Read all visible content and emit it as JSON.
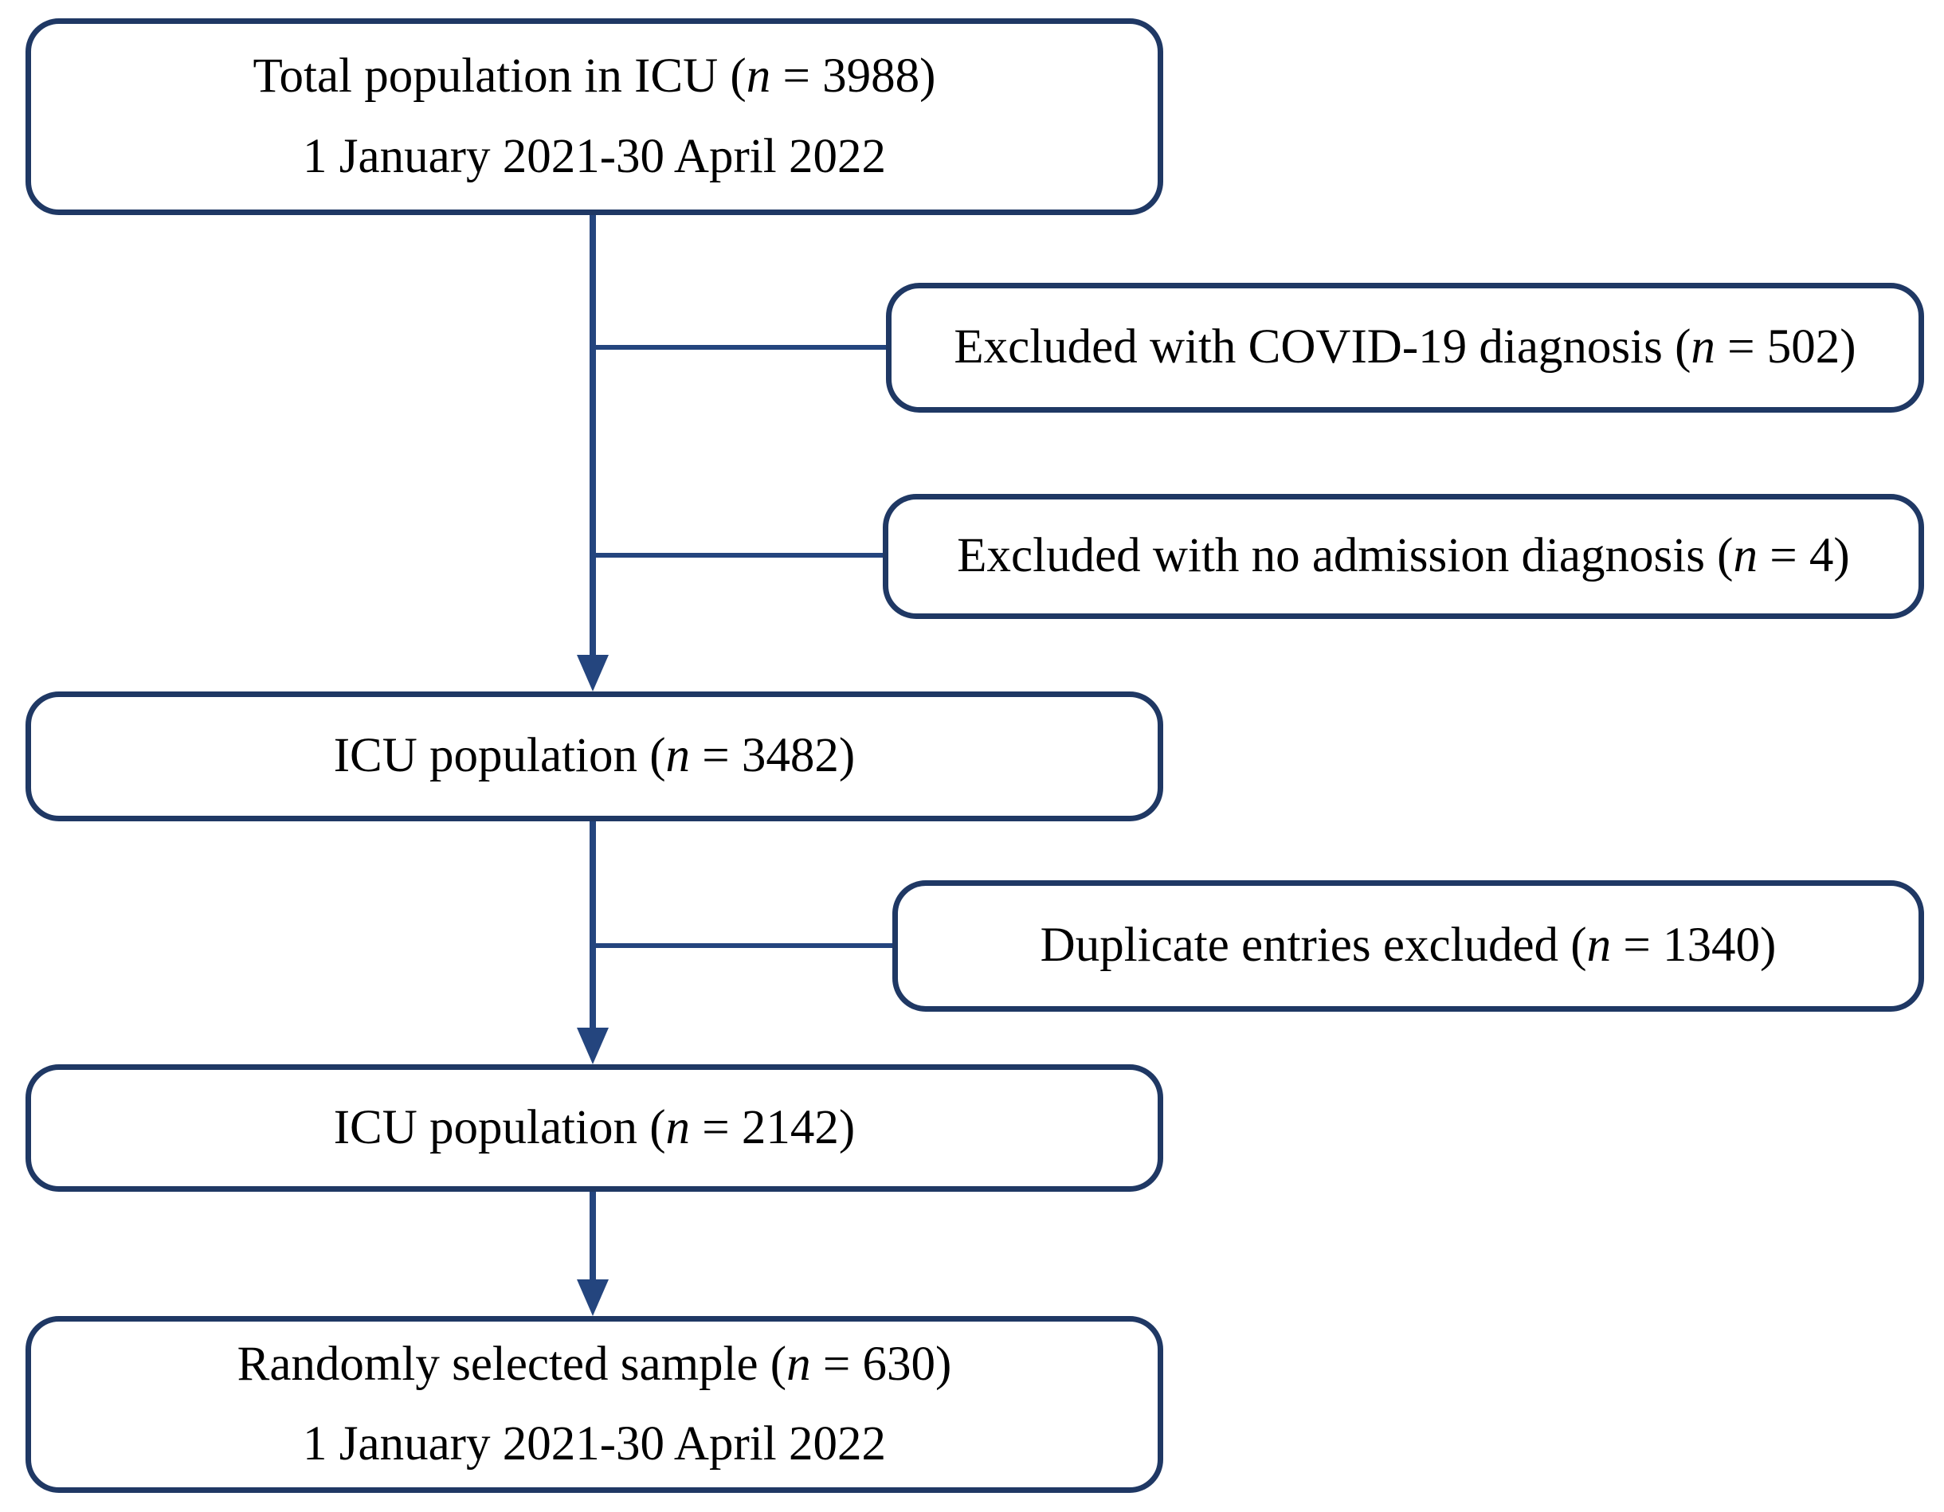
{
  "diagram": {
    "background": "#ffffff",
    "colors": {
      "box_border": "#1f3864",
      "connector": "#24457e",
      "text": "#000000"
    },
    "nodes": {
      "total_population": {
        "text_before": "Total population in ICU (",
        "n_symbol": "n",
        "text_after": " = 3988)",
        "subtext": "1 January 2021-30 April 2022"
      },
      "excluded_covid": {
        "text_before": "Excluded with COVID-19 diagnosis (",
        "n_symbol": "n",
        "text_after": " = 502)"
      },
      "excluded_no_admission": {
        "text_before": "Excluded with no admission diagnosis (",
        "n_symbol": "n",
        "text_after": " = 4)"
      },
      "icu_population_1": {
        "text_before": "ICU population (",
        "n_symbol": "n",
        "text_after": " = 3482)"
      },
      "duplicate_entries": {
        "text_before": "Duplicate entries excluded (",
        "n_symbol": "n",
        "text_after": " = 1340)"
      },
      "icu_population_2": {
        "text_before": "ICU population (",
        "n_symbol": "n",
        "text_after": " = 2142)"
      },
      "random_sample": {
        "text_before": "Randomly selected sample (",
        "n_symbol": "n",
        "text_after": " = 630)",
        "subtext": "1 January 2021-30 April 2022"
      }
    }
  }
}
